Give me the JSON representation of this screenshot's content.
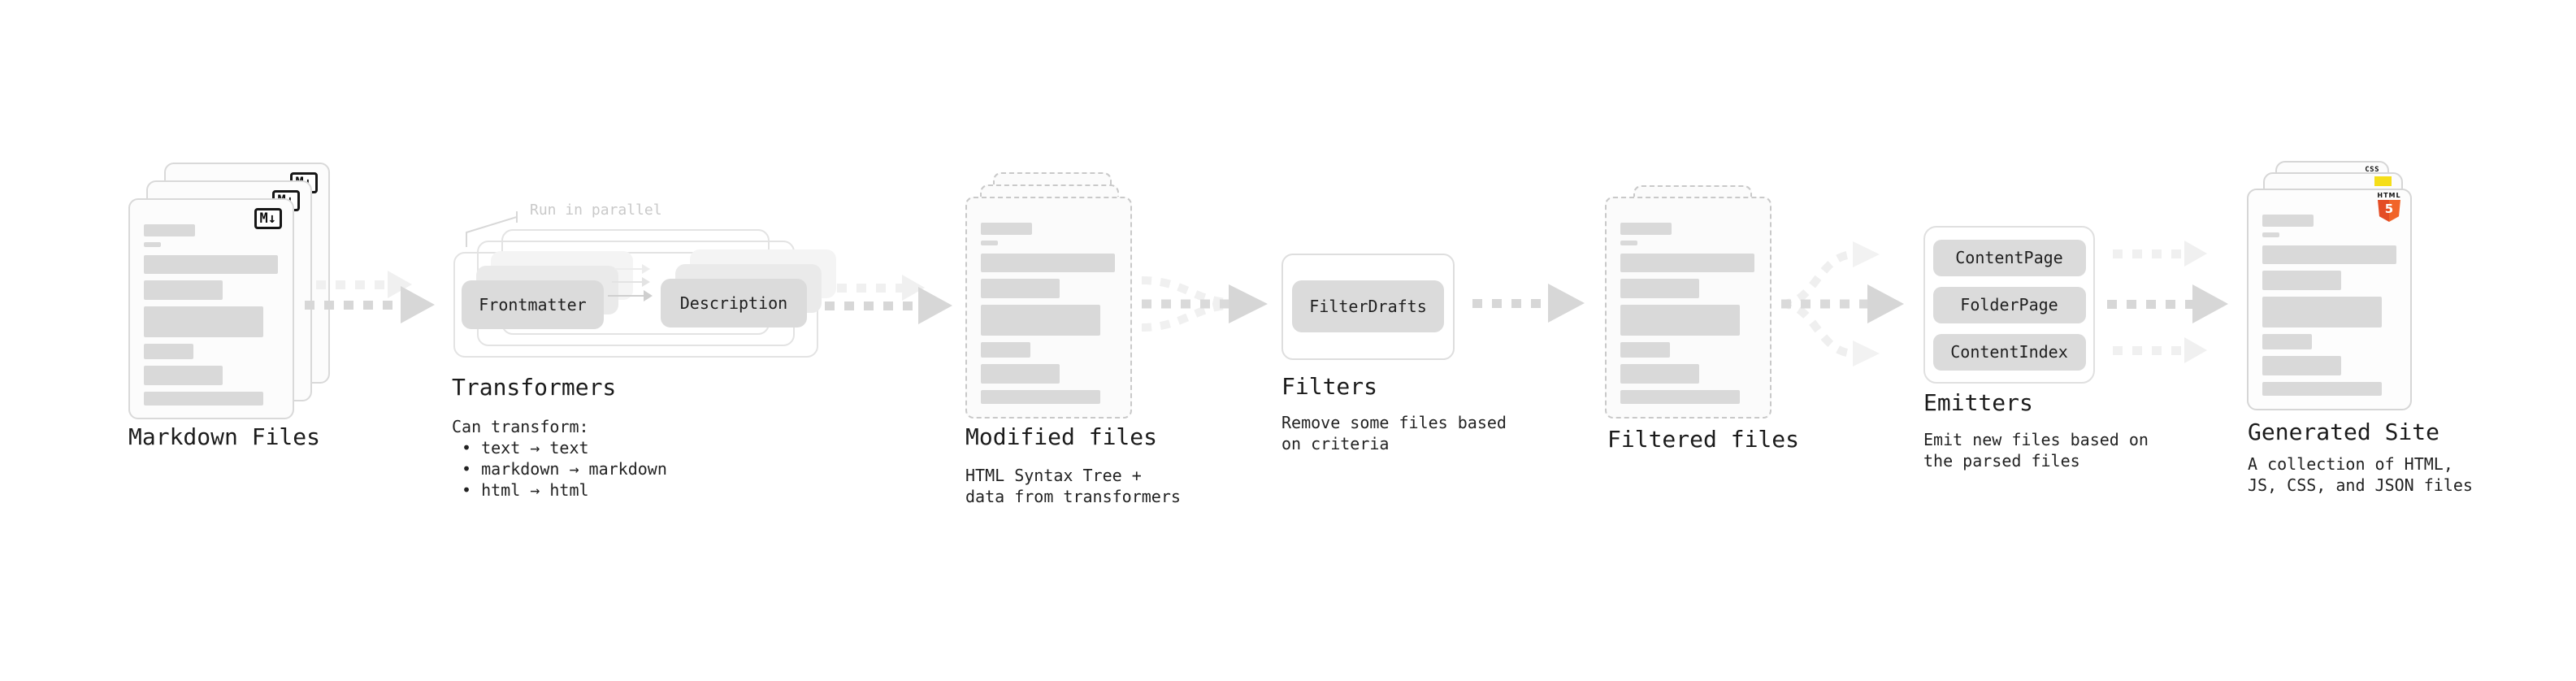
{
  "markdown_files": {
    "label": "Markdown Files",
    "badge": "M↓"
  },
  "transformers": {
    "label": "Transformers",
    "annotation": "Run in parallel",
    "pills": [
      "Frontmatter",
      "Description"
    ],
    "desc_title": "Can transform:",
    "bullets": [
      "• text → text",
      "• markdown → markdown",
      "• html → html"
    ]
  },
  "modified_files": {
    "label": "Modified files",
    "desc": [
      "HTML Syntax Tree +",
      "data from transformers"
    ]
  },
  "filters": {
    "label": "Filters",
    "pills": [
      "FilterDrafts"
    ],
    "desc": [
      "Remove some files based",
      "on criteria"
    ]
  },
  "filtered_files": {
    "label": "Filtered files"
  },
  "emitters": {
    "label": "Emitters",
    "pills": [
      "ContentPage",
      "FolderPage",
      "ContentIndex"
    ],
    "desc": [
      "Emit new files based on",
      "the parsed files"
    ]
  },
  "generated_site": {
    "label": "Generated Site",
    "badges": {
      "css": "CSS",
      "html": "HTML",
      "html5_number": "5"
    },
    "desc": [
      "A collection of HTML,",
      "JS, CSS, and JSON files"
    ]
  },
  "colors": {
    "html5_orange": "#e44d26",
    "html5_orange_light": "#f16529",
    "js_yellow": "#f5de19",
    "css_blue": "#2965f1",
    "arrow_gray": "#d7d7d7",
    "arrow_faint": "#f0f0f0",
    "text_dark": "#1b1b1b",
    "muted_gray": "#c9c9c9"
  }
}
